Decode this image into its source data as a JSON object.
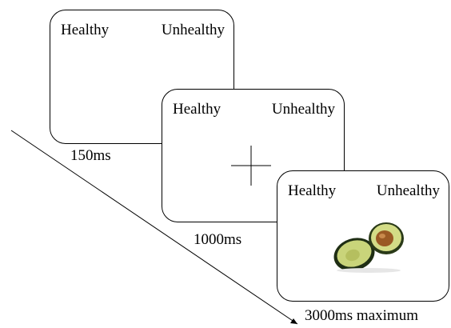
{
  "screens": [
    {
      "left_label": "Healthy",
      "right_label": "Unhealthy",
      "duration": "150ms",
      "content": "blank"
    },
    {
      "left_label": "Healthy",
      "right_label": "Unhealthy",
      "duration": "1000ms",
      "content": "fixation-cross"
    },
    {
      "left_label": "Healthy",
      "right_label": "Unhealthy",
      "duration": "3000ms maximum",
      "content": "food-image-avocado"
    }
  ],
  "colors": {
    "avocado_skin": "#1f2e14",
    "avocado_flesh": "#c9d47a",
    "avocado_pit": "#9a5a24"
  }
}
